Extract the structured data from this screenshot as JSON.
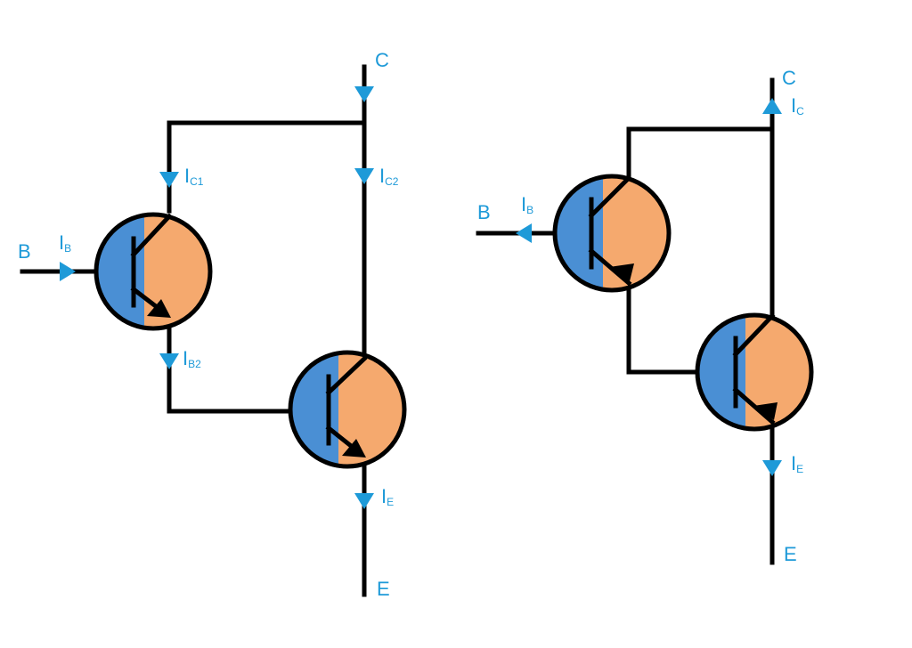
{
  "colors": {
    "current_arrow": "#1E9AD8",
    "label": "#1E9AD8",
    "wire": "#000000",
    "transistor_base_half": "#4A8FD4",
    "transistor_emitter_half": "#F5A96E"
  },
  "npn_darlington": {
    "terminal_collector": "C",
    "terminal_base": "B",
    "terminal_emitter": "E",
    "current_base": {
      "main": "I",
      "sub": "B"
    },
    "current_collector_1": {
      "main": "I",
      "sub": "C1"
    },
    "current_collector_2": {
      "main": "I",
      "sub": "C2"
    },
    "current_base_2": {
      "main": "I",
      "sub": "B2"
    },
    "current_emitter": {
      "main": "I",
      "sub": "E"
    }
  },
  "pnp_darlington": {
    "terminal_collector": "C",
    "terminal_base": "B",
    "terminal_emitter": "E",
    "current_collector": {
      "main": "I",
      "sub": "C"
    },
    "current_base": {
      "main": "I",
      "sub": "B"
    },
    "current_emitter": {
      "main": "I",
      "sub": "E"
    }
  }
}
